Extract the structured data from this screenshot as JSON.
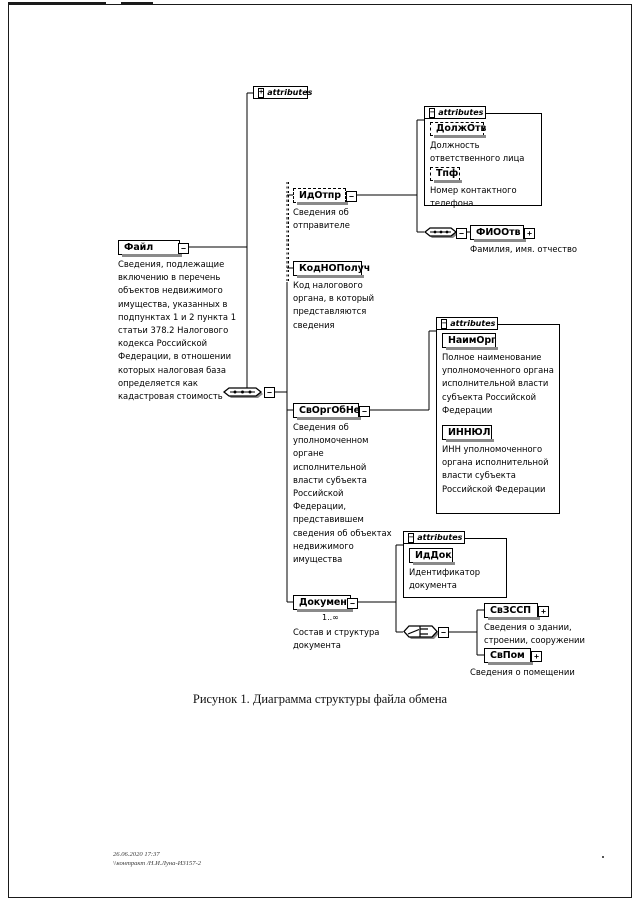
{
  "document": {
    "caption": "Рисунок 1. Диаграмма структуры файла обмена",
    "footer_line1": "26.06.2020 17:37",
    "footer_line2": "\\\\контракт /Н.И.Луна-И3157-2"
  },
  "diagram": {
    "type": "xsd-schema-tree",
    "attributes_label": "attributes",
    "root": {
      "name": "Файл",
      "border": "solid",
      "toggle": "minus",
      "annotation": "Сведения, подлежащие включению в перечень объектов недвижимого имущества, указанных в подпунктах 1 и 2 пункта 1 статьи 378.2 Налогового кодекса Российской Федерации, в отношении которых налоговая база определяется как кадастровая стоимость"
    },
    "root_attributes": {
      "label": "attributes",
      "toggle": "plus"
    },
    "children": [
      {
        "name": "ИдОтпр",
        "border": "dashed",
        "toggle": "minus",
        "annotation": "Сведения об отправителе",
        "attributes": {
          "label": "attributes",
          "toggle": "minus",
          "items": [
            {
              "name": "ДолжОтв",
              "border": "dashed",
              "annotation": "Должность ответственного лица"
            },
            {
              "name": "Тпф",
              "border": "dashed",
              "annotation": "Номер контактного телефона"
            }
          ]
        },
        "sub_elements": [
          {
            "name": "ФИООтв",
            "border": "solid",
            "toggle": "plus",
            "annotation": "Фамилия, имя. отчество"
          }
        ]
      },
      {
        "name": "КодНОПолуч",
        "border": "solid",
        "toggle": "none",
        "annotation": "Код налогового органа, в который представляются сведения"
      },
      {
        "name": "СвОргОбНед",
        "border": "solid",
        "toggle": "minus",
        "annotation": "Сведения об уполномоченном органе исполнительной власти субъекта Российской Федерации, представившем сведения об объектах недвижимого имущества",
        "attributes": {
          "label": "attributes",
          "toggle": "minus",
          "items": [
            {
              "name": "НаимОрг",
              "border": "solid",
              "annotation": "Полное наименование уполномоченного органа исполнительной власти субъекта Российской Федерации"
            },
            {
              "name": "ИННЮЛ",
              "border": "solid",
              "annotation": "ИНН уполномоченного органа исполнительной власти субъекта Российской Федерации"
            }
          ]
        }
      },
      {
        "name": "Документ",
        "border": "solid",
        "toggle": "minus",
        "multiplicity": "1..∞",
        "annotation": "Состав и структура документа",
        "attributes": {
          "label": "attributes",
          "toggle": "minus",
          "items": [
            {
              "name": "ИдДок",
              "border": "solid",
              "annotation": "Идентификатор документа"
            }
          ]
        },
        "choice": [
          {
            "name": "СвЗССП",
            "border": "solid",
            "toggle": "plus",
            "annotation": "Сведения о здании, строении, сооружении"
          },
          {
            "name": "СвПом",
            "border": "solid",
            "toggle": "plus",
            "annotation": "Сведения о помещении"
          }
        ]
      }
    ],
    "connectors": [
      {
        "kind": "sequence",
        "toggle": "minus"
      },
      {
        "kind": "sequence",
        "toggle": "minus"
      },
      {
        "kind": "choice",
        "toggle": "minus"
      }
    ]
  }
}
